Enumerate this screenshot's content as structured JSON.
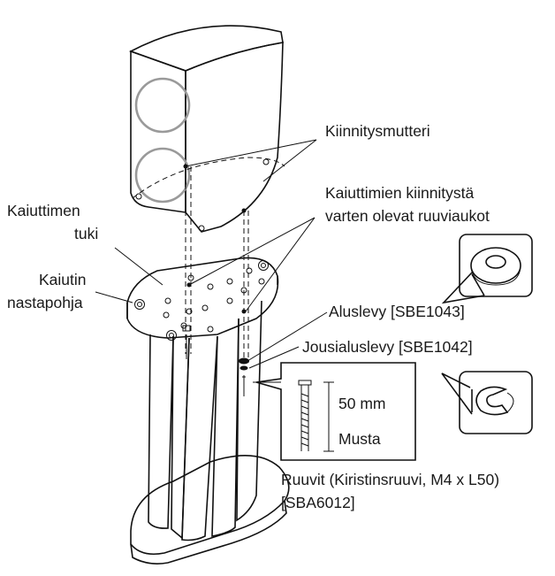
{
  "labels": {
    "mounting_nut": "Kiinnitysmutteri",
    "mount_holes_line1": "Kaiuttimien kiinnitystä",
    "mount_holes_line2": "varten olevat ruuviaukot",
    "stand_line1": "Kaiuttimen",
    "stand_line2": "tuki",
    "spike_base_line1": "Kaiutin",
    "spike_base_line2": "nastapohja",
    "washer": "Aluslevy [SBE1043]",
    "spring_washer": "Jousialuslevy [SBE1042]",
    "screw_length": "50 mm",
    "screw_color": "Musta",
    "screws_line1": "Ruuvit (Kiristinsruuvi, M4 x L50)",
    "screws_line2": "[SBA6012]"
  },
  "colors": {
    "line": "#111111",
    "driver_ring": "#9a9a9a",
    "background": "#ffffff"
  }
}
